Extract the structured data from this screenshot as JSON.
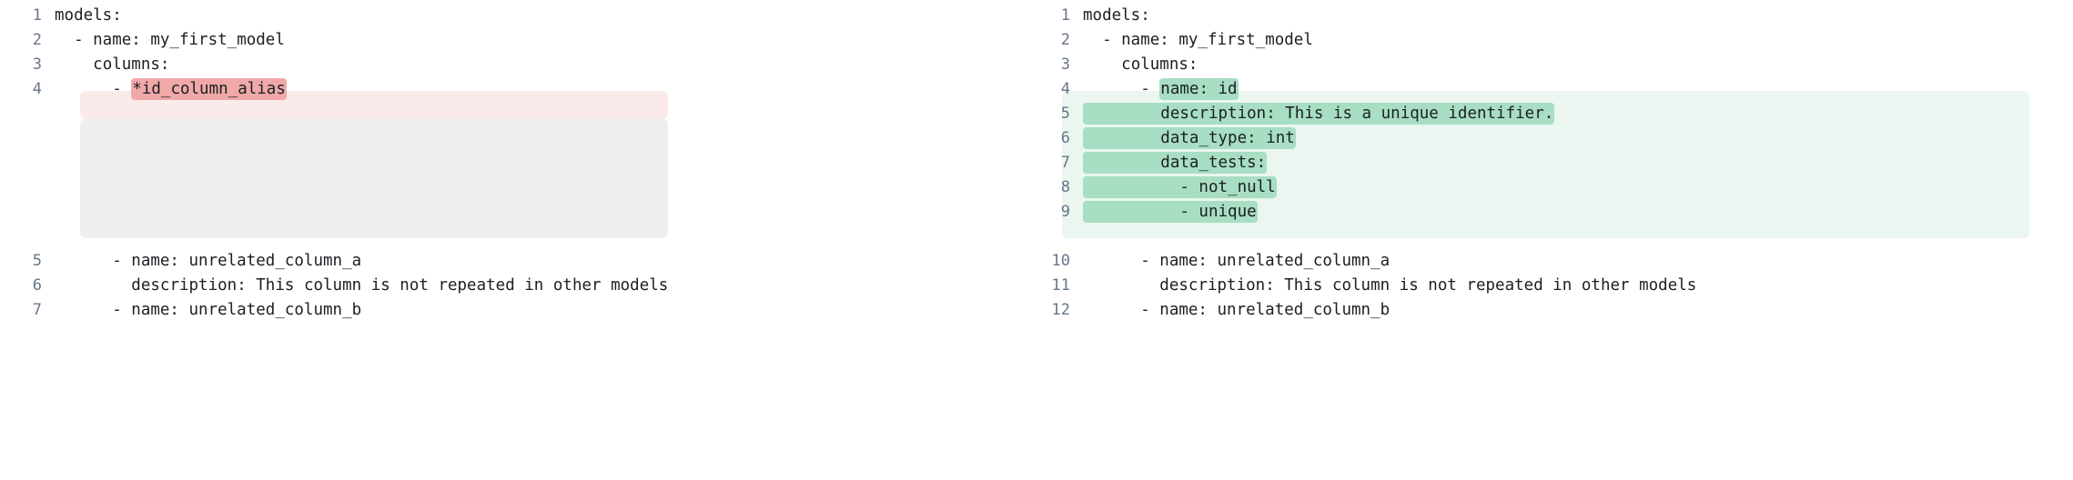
{
  "view": {
    "type": "side-by-side-code-diff",
    "language": "yaml",
    "colors": {
      "page_background": "#ffffff",
      "text": "#1b1f23",
      "line_number": "#68758a",
      "deleted_row_background": "#fbeaea",
      "deleted_word_highlight": "#f0a8a8",
      "added_row_background": "#eaf6ef",
      "added_word_highlight": "#a8dec3",
      "placeholder_block": "#eeeff1"
    }
  },
  "panes": {
    "before": {
      "name": "before",
      "lines": [
        {
          "number": "1",
          "indent": 0,
          "text": "models:",
          "kind": "context"
        },
        {
          "number": "2",
          "indent": 2,
          "text": "- name: my_first_model",
          "kind": "context"
        },
        {
          "number": "3",
          "indent": 4,
          "text": "columns:",
          "kind": "context"
        },
        {
          "number": "4",
          "indent": 6,
          "prefix": "- ",
          "highlight": "*id_column_alias",
          "text": "- *id_column_alias",
          "kind": "deleted"
        },
        {
          "number": "",
          "indent": 0,
          "text": "",
          "kind": "placeholder"
        },
        {
          "number": "5",
          "indent": 6,
          "text": "- name: unrelated_column_a",
          "kind": "context"
        },
        {
          "number": "6",
          "indent": 8,
          "text": "description: This column is not repeated in other models",
          "kind": "context"
        },
        {
          "number": "7",
          "indent": 6,
          "text": "- name: unrelated_column_b",
          "kind": "context"
        }
      ]
    },
    "after": {
      "name": "after",
      "lines": [
        {
          "number": "1",
          "indent": 0,
          "text": "models:",
          "kind": "context"
        },
        {
          "number": "2",
          "indent": 2,
          "text": "- name: my_first_model",
          "kind": "context"
        },
        {
          "number": "3",
          "indent": 4,
          "text": "columns:",
          "kind": "context"
        },
        {
          "number": "4",
          "indent": 6,
          "prefix": "- ",
          "highlight": "name: id",
          "text": "- name: id",
          "kind": "added"
        },
        {
          "number": "5",
          "indent": 8,
          "prefix": "",
          "highlight": "description: This is a unique identifier.",
          "text": "description: This is a unique identifier.",
          "kind": "added"
        },
        {
          "number": "6",
          "indent": 8,
          "prefix": "",
          "highlight": "data_type: int",
          "text": "data_type: int",
          "kind": "added"
        },
        {
          "number": "7",
          "indent": 8,
          "prefix": "",
          "highlight": "data_tests:",
          "text": "data_tests:",
          "kind": "added"
        },
        {
          "number": "8",
          "indent": 10,
          "prefix": "",
          "highlight": "- not_null",
          "text": "- not_null",
          "kind": "added"
        },
        {
          "number": "9",
          "indent": 10,
          "prefix": "",
          "highlight": "- unique",
          "text": "- unique",
          "kind": "added"
        },
        {
          "number": "10",
          "indent": 6,
          "text": "- name: unrelated_column_a",
          "kind": "context"
        },
        {
          "number": "11",
          "indent": 8,
          "text": "description: This column is not repeated in other models",
          "kind": "context"
        },
        {
          "number": "12",
          "indent": 6,
          "text": "- name: unrelated_column_b",
          "kind": "context"
        }
      ]
    }
  }
}
